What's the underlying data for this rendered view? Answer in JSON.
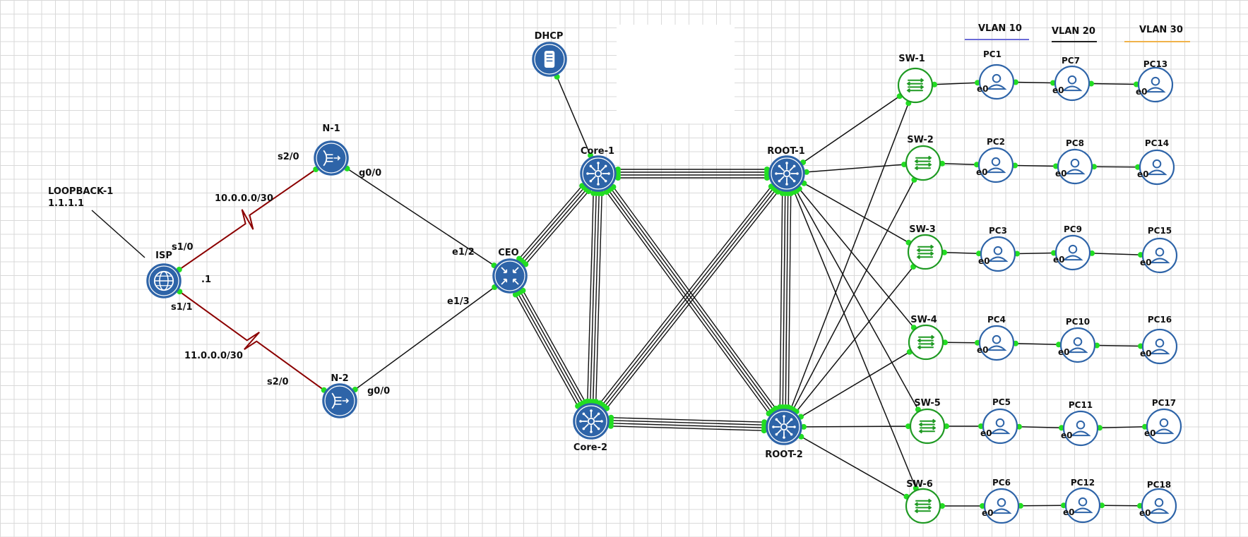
{
  "colors": {
    "blue": "#2e64a8",
    "green": "#1f9a23",
    "port": "#22dd22",
    "serial": "#8b0000",
    "link": "#111111",
    "vlan10": "#6b6bd6",
    "vlan20": "#222222",
    "vlan30": "#f0b24a"
  },
  "labels": {
    "loopback": "LOOPBACK-1",
    "loopback_ip": "1.1.1.1",
    "net1": "10.0.0.0/30",
    "net2": "11.0.0.0/30",
    "isp_ip": ".1",
    "vlan10": "VLAN 10",
    "vlan20": "VLAN 20",
    "vlan30": "VLAN 30"
  },
  "nodes": [
    {
      "id": "ISP",
      "label": "ISP",
      "kind": "isp",
      "color": "blue"
    },
    {
      "id": "N1",
      "label": "N-1",
      "kind": "firewall",
      "color": "blue"
    },
    {
      "id": "N2",
      "label": "N-2",
      "kind": "firewall",
      "color": "blue"
    },
    {
      "id": "CEO",
      "label": "CEO",
      "kind": "router",
      "color": "blue"
    },
    {
      "id": "DHCP",
      "label": "DHCP",
      "kind": "server",
      "color": "blue"
    },
    {
      "id": "Core1",
      "label": "Core-1",
      "kind": "l3switch",
      "color": "blue"
    },
    {
      "id": "Core2",
      "label": "Core-2",
      "kind": "l3switch",
      "color": "blue"
    },
    {
      "id": "ROOT1",
      "label": "ROOT-1",
      "kind": "l3switch",
      "color": "blue"
    },
    {
      "id": "ROOT2",
      "label": "ROOT-2",
      "kind": "l3switch",
      "color": "blue"
    },
    {
      "id": "SW1",
      "label": "SW-1",
      "kind": "switch",
      "color": "green"
    },
    {
      "id": "SW2",
      "label": "SW-2",
      "kind": "switch",
      "color": "green"
    },
    {
      "id": "SW3",
      "label": "SW-3",
      "kind": "switch",
      "color": "green"
    },
    {
      "id": "SW4",
      "label": "SW-4",
      "kind": "switch",
      "color": "green"
    },
    {
      "id": "SW5",
      "label": "SW-5",
      "kind": "switch",
      "color": "green"
    },
    {
      "id": "SW6",
      "label": "SW-6",
      "kind": "switch",
      "color": "green"
    },
    {
      "id": "PC1",
      "label": "PC1",
      "kind": "pc",
      "color": "blue",
      "port": "e0"
    },
    {
      "id": "PC2",
      "label": "PC2",
      "kind": "pc",
      "color": "blue",
      "port": "e0"
    },
    {
      "id": "PC3",
      "label": "PC3",
      "kind": "pc",
      "color": "blue",
      "port": "e0"
    },
    {
      "id": "PC4",
      "label": "PC4",
      "kind": "pc",
      "color": "blue",
      "port": "e0"
    },
    {
      "id": "PC5",
      "label": "PC5",
      "kind": "pc",
      "color": "blue",
      "port": "e0"
    },
    {
      "id": "PC6",
      "label": "PC6",
      "kind": "pc",
      "color": "blue",
      "port": "e0"
    },
    {
      "id": "PC7",
      "label": "PC7",
      "kind": "pc",
      "color": "blue",
      "port": "e0"
    },
    {
      "id": "PC8",
      "label": "PC8",
      "kind": "pc",
      "color": "blue",
      "port": "e0"
    },
    {
      "id": "PC9",
      "label": "PC9",
      "kind": "pc",
      "color": "blue",
      "port": "e0"
    },
    {
      "id": "PC10",
      "label": "PC10",
      "kind": "pc",
      "color": "blue",
      "port": "e0"
    },
    {
      "id": "PC11",
      "label": "PC11",
      "kind": "pc",
      "color": "blue",
      "port": "e0"
    },
    {
      "id": "PC12",
      "label": "PC12",
      "kind": "pc",
      "color": "blue",
      "port": "e0"
    },
    {
      "id": "PC13",
      "label": "PC13",
      "kind": "pc",
      "color": "blue",
      "port": "e0"
    },
    {
      "id": "PC14",
      "label": "PC14",
      "kind": "pc",
      "color": "blue",
      "port": "e0"
    },
    {
      "id": "PC15",
      "label": "PC15",
      "kind": "pc",
      "color": "blue",
      "port": "e0"
    },
    {
      "id": "PC16",
      "label": "PC16",
      "kind": "pc",
      "color": "blue",
      "port": "e0"
    },
    {
      "id": "PC17",
      "label": "PC17",
      "kind": "pc",
      "color": "blue",
      "port": "e0"
    },
    {
      "id": "PC18",
      "label": "PC18",
      "kind": "pc",
      "color": "blue",
      "port": "e0"
    }
  ],
  "links": [
    {
      "from": "ISP",
      "to": "N1",
      "type": "serial",
      "from_port": "s1/0",
      "to_port": "s2/0"
    },
    {
      "from": "ISP",
      "to": "N2",
      "type": "serial",
      "from_port": "s1/1",
      "to_port": "s2/0"
    },
    {
      "from": "N1",
      "to": "CEO",
      "type": "single",
      "from_port": "g0/0",
      "to_port": "e1/2"
    },
    {
      "from": "N2",
      "to": "CEO",
      "type": "single",
      "from_port": "g0/0",
      "to_port": "e1/3"
    },
    {
      "from": "DHCP",
      "to": "Core1",
      "type": "single"
    },
    {
      "from": "CEO",
      "to": "Core1",
      "type": "bundle"
    },
    {
      "from": "CEO",
      "to": "Core2",
      "type": "bundle"
    },
    {
      "from": "Core1",
      "to": "Core2",
      "type": "bundle"
    },
    {
      "from": "Core1",
      "to": "ROOT1",
      "type": "bundle"
    },
    {
      "from": "Core1",
      "to": "ROOT2",
      "type": "bundle"
    },
    {
      "from": "Core2",
      "to": "ROOT1",
      "type": "bundle"
    },
    {
      "from": "Core2",
      "to": "ROOT2",
      "type": "bundle"
    },
    {
      "from": "ROOT1",
      "to": "ROOT2",
      "type": "bundle"
    },
    {
      "from": "ROOT1",
      "to": "SW1",
      "type": "single"
    },
    {
      "from": "ROOT1",
      "to": "SW2",
      "type": "single"
    },
    {
      "from": "ROOT1",
      "to": "SW3",
      "type": "single"
    },
    {
      "from": "ROOT1",
      "to": "SW4",
      "type": "single"
    },
    {
      "from": "ROOT1",
      "to": "SW5",
      "type": "single"
    },
    {
      "from": "ROOT1",
      "to": "SW6",
      "type": "single"
    },
    {
      "from": "ROOT2",
      "to": "SW1",
      "type": "single"
    },
    {
      "from": "ROOT2",
      "to": "SW2",
      "type": "single"
    },
    {
      "from": "ROOT2",
      "to": "SW3",
      "type": "single"
    },
    {
      "from": "ROOT2",
      "to": "SW4",
      "type": "single"
    },
    {
      "from": "ROOT2",
      "to": "SW5",
      "type": "single"
    },
    {
      "from": "ROOT2",
      "to": "SW6",
      "type": "single"
    },
    {
      "from": "SW1",
      "to": "PC1",
      "type": "single"
    },
    {
      "from": "PC1",
      "to": "PC7",
      "type": "single"
    },
    {
      "from": "PC7",
      "to": "PC13",
      "type": "single"
    },
    {
      "from": "SW2",
      "to": "PC2",
      "type": "single"
    },
    {
      "from": "PC2",
      "to": "PC8",
      "type": "single"
    },
    {
      "from": "PC8",
      "to": "PC14",
      "type": "single"
    },
    {
      "from": "SW3",
      "to": "PC3",
      "type": "single"
    },
    {
      "from": "PC3",
      "to": "PC9",
      "type": "single"
    },
    {
      "from": "PC9",
      "to": "PC15",
      "type": "single"
    },
    {
      "from": "SW4",
      "to": "PC4",
      "type": "single"
    },
    {
      "from": "PC4",
      "to": "PC10",
      "type": "single"
    },
    {
      "from": "PC10",
      "to": "PC16",
      "type": "single"
    },
    {
      "from": "SW5",
      "to": "PC5",
      "type": "single"
    },
    {
      "from": "PC5",
      "to": "PC11",
      "type": "single"
    },
    {
      "from": "PC11",
      "to": "PC17",
      "type": "single"
    },
    {
      "from": "SW6",
      "to": "PC6",
      "type": "single"
    },
    {
      "from": "PC6",
      "to": "PC12",
      "type": "single"
    },
    {
      "from": "PC12",
      "to": "PC18",
      "type": "single"
    }
  ]
}
